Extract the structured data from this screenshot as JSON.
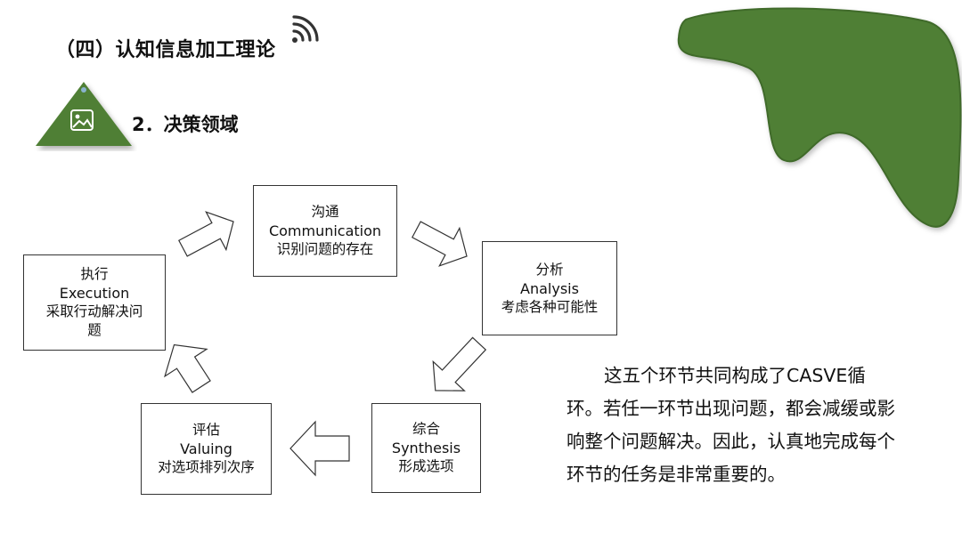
{
  "header": {
    "title": "（四）认知信息加工理论",
    "subtitle": "2．决策领域",
    "image_icon": "image-placeholder-icon",
    "audio_icon": "audio-wave-icon"
  },
  "diagram": {
    "nodes": [
      {
        "id": "communication",
        "cn": "沟通",
        "en": "Communication",
        "desc": "识别问题的存在"
      },
      {
        "id": "analysis",
        "cn": "分析",
        "en": "Analysis",
        "desc": "考虑各种可能性"
      },
      {
        "id": "synthesis",
        "cn": "综合",
        "en": "Synthesis",
        "desc": "形成选项"
      },
      {
        "id": "valuing",
        "cn": "评估",
        "en": "Valuing",
        "desc": "对选项排列次序"
      },
      {
        "id": "execution",
        "cn": "执行",
        "en": "Execution",
        "desc": "采取行动解决问",
        "desc2": "题"
      }
    ]
  },
  "paragraph": {
    "text": "这五个环节共同构成了CASVE循环。若任一环节出现问题，都会减缓或影响整个问题解决。因此，认真地完成每个环节的任务是非常重要的。"
  },
  "colors": {
    "accent_green": "#4f7f34",
    "box_border": "#333333"
  }
}
